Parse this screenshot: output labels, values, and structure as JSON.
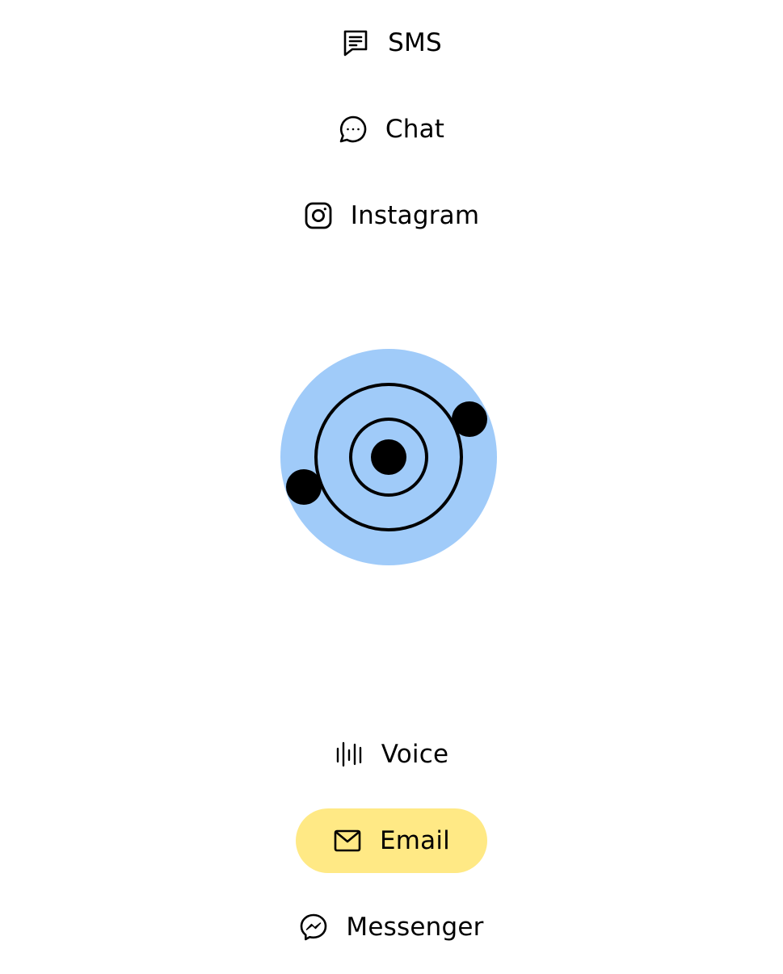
{
  "channels_top": [
    {
      "label": "SMS",
      "icon": "sms-icon"
    },
    {
      "label": "Chat",
      "icon": "chat-icon"
    },
    {
      "label": "Instagram",
      "icon": "instagram-icon"
    }
  ],
  "channels_bottom": [
    {
      "label": "Voice",
      "icon": "voice-icon"
    },
    {
      "label": "Email",
      "icon": "mail-icon",
      "selected": true
    },
    {
      "label": "Messenger",
      "icon": "messenger-icon"
    }
  ],
  "hero": {
    "icon": "orbit-target-icon",
    "circle_color": "#a0cbf9"
  },
  "colors": {
    "selected_pill": "#ffe985",
    "text": "#000000",
    "background": "#ffffff"
  }
}
